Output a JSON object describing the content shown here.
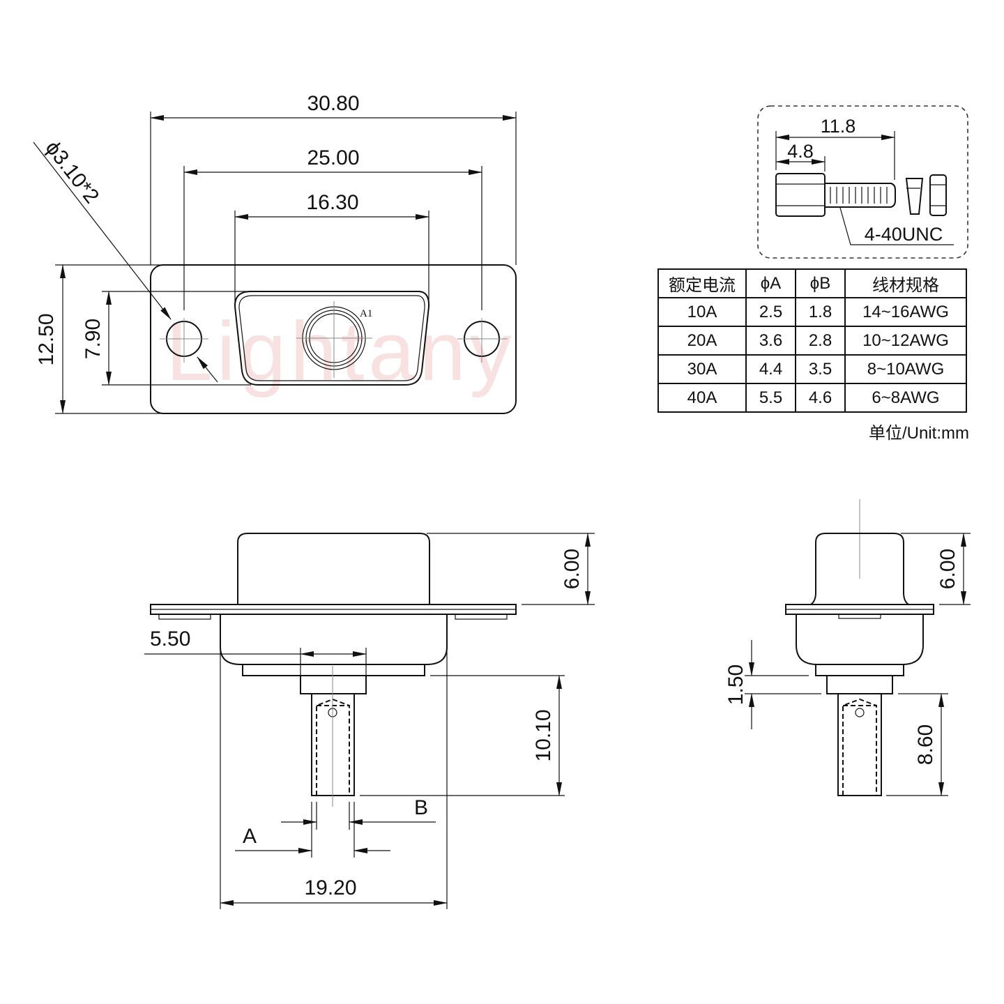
{
  "watermark": "Lightany",
  "top_view": {
    "overall_width": "30.80",
    "hole_spacing": "25.00",
    "shell_width": "16.30",
    "overall_height": "12.50",
    "shell_height": "7.90",
    "hole_callout": "ϕ3.10*2",
    "contact_label": "A1"
  },
  "screw_detail": {
    "total_length": "11.8",
    "hex_length": "4.8",
    "thread_spec": "4-40UNC"
  },
  "spec_table": {
    "headers": [
      "额定电流",
      "ϕA",
      "ϕB",
      "线材规格"
    ],
    "rows": [
      [
        "10A",
        "2.5",
        "1.8",
        "14~16AWG"
      ],
      [
        "20A",
        "3.6",
        "2.8",
        "10~12AWG"
      ],
      [
        "30A",
        "4.4",
        "3.5",
        "8~10AWG"
      ],
      [
        "40A",
        "5.5",
        "4.6",
        "6~8AWG"
      ]
    ],
    "unit_note": "单位/Unit:mm"
  },
  "front_view": {
    "shell_height": "6.00",
    "contact_offset": "5.50",
    "pin_length": "10.10",
    "label_a": "A",
    "label_b": "B",
    "body_width": "19.20"
  },
  "side_view": {
    "shell_height": "6.00",
    "collar_height": "1.50",
    "pin_length": "8.60"
  }
}
